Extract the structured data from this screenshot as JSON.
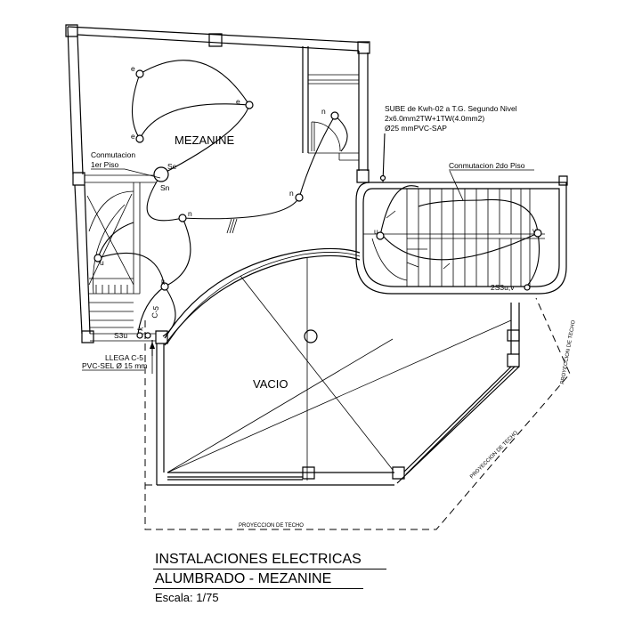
{
  "rooms": {
    "mezzanine": "MEZANINE",
    "void": "VACIO"
  },
  "notes": {
    "feed_line1": "SUBE de Kwh-02 a T.G. Segundo Nivel",
    "feed_line2": "2x6.0mm2TW+1TW(4.0mm2)",
    "feed_line3": "Ø25 mmPVC-SAP",
    "switch_first_floor_line1": "Conmutacion",
    "switch_first_floor_line2": "1er Piso",
    "switch_second_floor": "Conmutacion 2do Piso",
    "arrives_line1": "LLEGA  C-5",
    "arrives_line2": "PVC-SEL Ø 15 mm",
    "roof_projection_bottom": "PROYECCION DE TECHO",
    "roof_projection_diagonal": "PROYECCION DE TECHO",
    "roof_projection_right": "PROYECCION DE TECHO"
  },
  "labels": {
    "e1": "e",
    "e2": "e",
    "e3": "e",
    "se": "Se",
    "sn": "Sn",
    "n1": "n",
    "n2": "n",
    "n3": "n",
    "k1": "k",
    "k2": "k",
    "u1": "u",
    "u2": "u",
    "v1": "v",
    "circuit_c5": "C-5",
    "s3u": "S3u",
    "s3v": "2S3u,v"
  },
  "title_block": {
    "line1": "INSTALACIONES ELECTRICAS",
    "line2": "ALUMBRADO - MEZANINE",
    "scale": "Escala:  1/75"
  }
}
